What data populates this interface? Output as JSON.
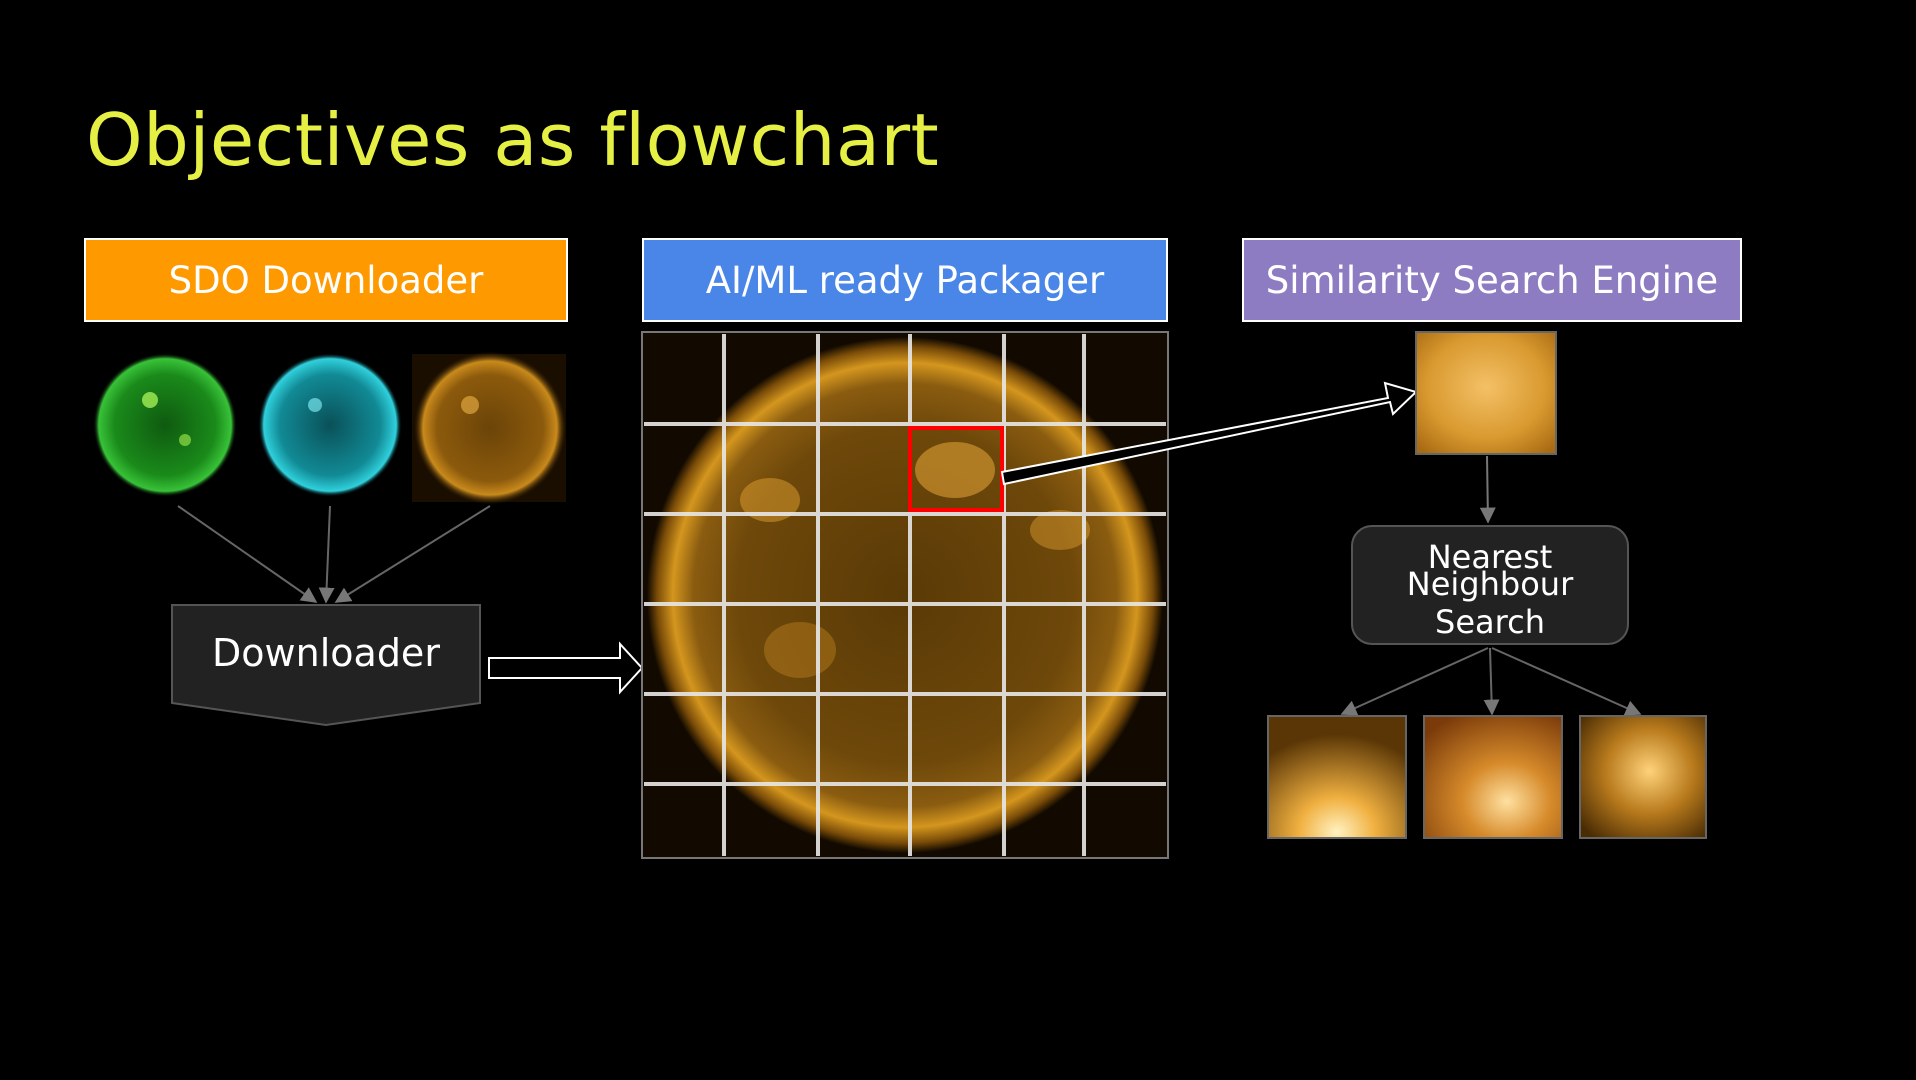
{
  "title": "Objectives as flowchart",
  "headers": {
    "sdo": "SDO Downloader",
    "packager": "AI/ML ready Packager",
    "similarity": "Similarity Search Engine"
  },
  "nodes": {
    "downloader": "Downloader",
    "nn_line1": "Nearest",
    "nn_line2": "Neighbour",
    "nn_line3": "Search"
  },
  "colors": {
    "title": "#e6f044",
    "sdo_header": "#ff9900",
    "packager_header": "#4a86e8",
    "similarity_header": "#8e7cc3",
    "node_fill": "#222222",
    "selection": "#ff0000"
  }
}
